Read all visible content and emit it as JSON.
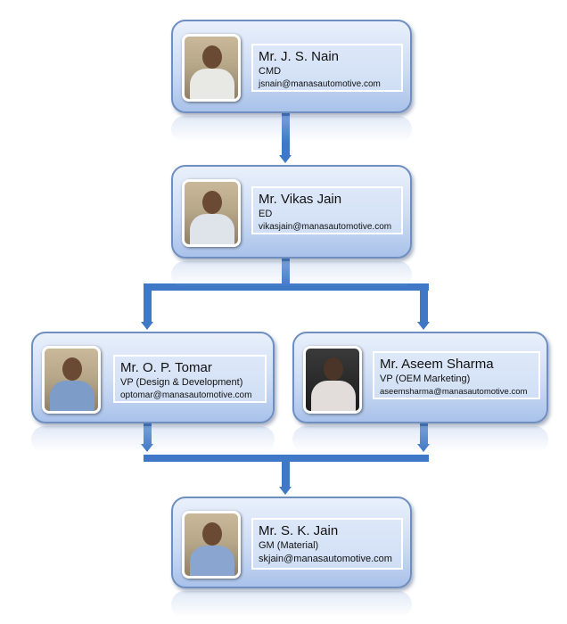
{
  "people": [
    {
      "name": "Mr. J. S. Nain",
      "title": "CMD",
      "email": "jsnain@manasautomotive.com"
    },
    {
      "name": "Mr. Vikas Jain",
      "title": "ED",
      "email": "vikasjain@manasautomotive.com"
    },
    {
      "name": "Mr. O. P. Tomar",
      "title": "VP (Design & Development)",
      "email": "optomar@manasautomotive.com"
    },
    {
      "name": "Mr. Aseem Sharma",
      "title": "VP (OEM Marketing)",
      "email": "aseemsharma@manasautomotive.com"
    },
    {
      "name": "Mr. S. K. Jain",
      "title": "GM (Material)",
      "email": "skjain@manasautomotive.com"
    }
  ],
  "colors": {
    "connector": "#3e78c6",
    "node_border": "#6f8fc0"
  }
}
